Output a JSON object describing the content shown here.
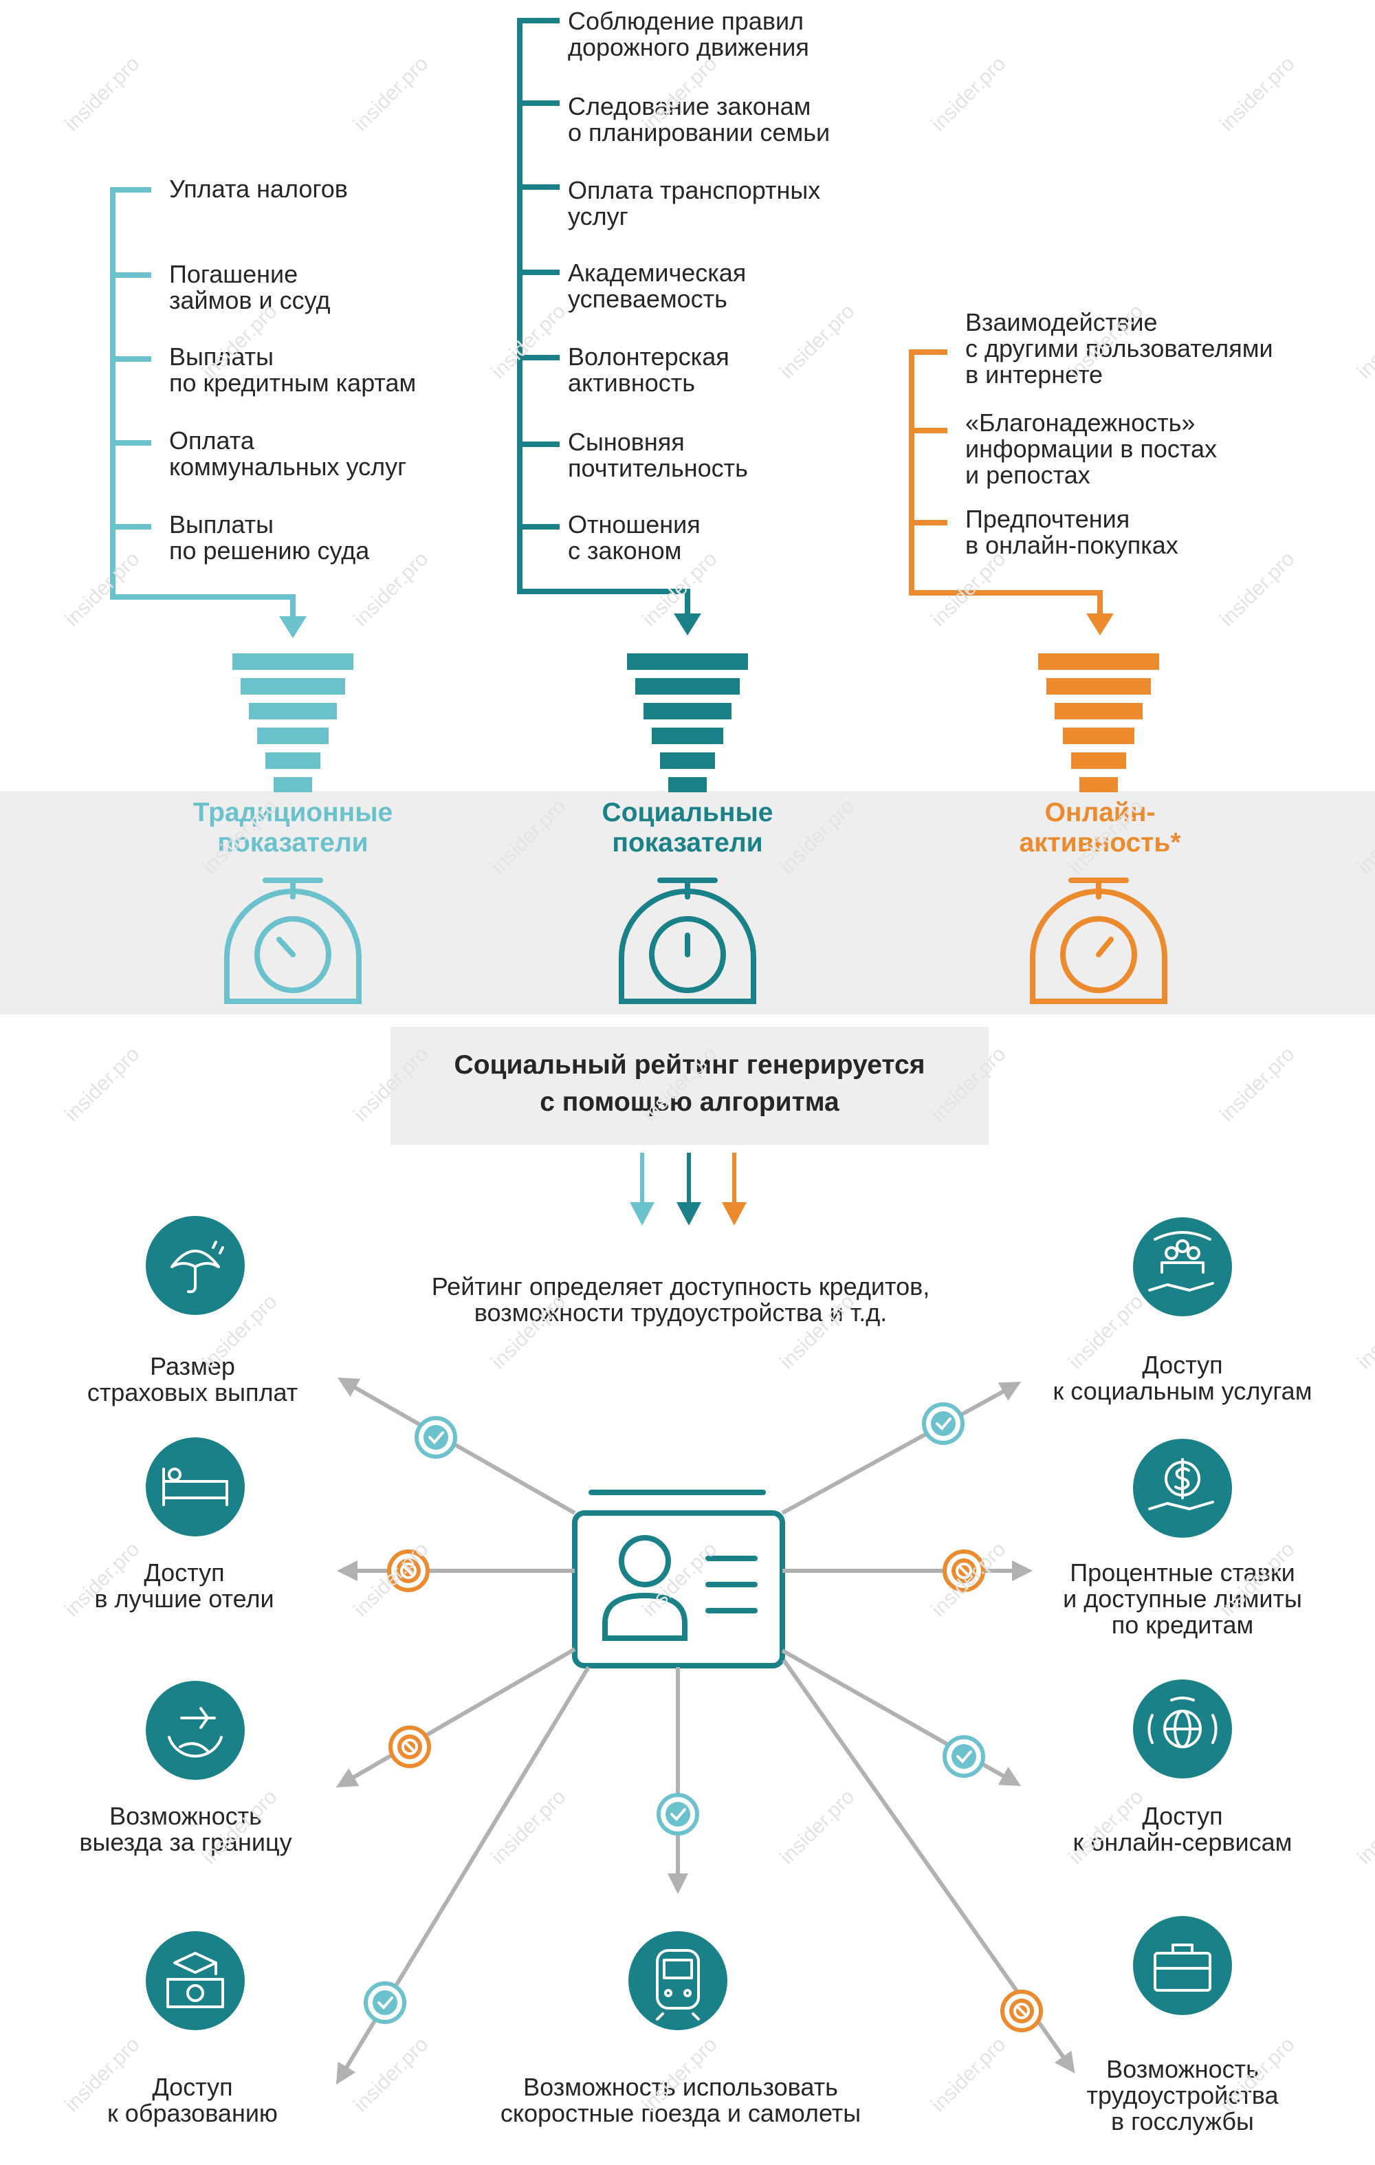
{
  "colors": {
    "traditional": "#6bc2cc",
    "social": "#1a8188",
    "online": "#ec8a2e",
    "grey_arrow": "#b1b1b1",
    "band": "#eeeeee",
    "icon_circle": "#1a8188"
  },
  "watermark": "insider.pro",
  "sources": {
    "traditional": {
      "items": [
        "Уплата налогов",
        "Погашение\nзаймов и ссуд",
        "Выплаты\nпо кредитным картам",
        "Оплата\nкоммунальных услуг",
        "Выплаты\nпо решению суда"
      ],
      "label": "Традиционные\nпоказатели"
    },
    "social": {
      "items": [
        "Соблюдение правил\nдорожного движения",
        "Следование законам\nо планировании семьи",
        "Оплата транспортных\nуслуг",
        "Академическая\nуспеваемость",
        "Волонтерская\nактивность",
        "Сыновняя\nпочтительность",
        "Отношения\nс законом"
      ],
      "label": "Социальные\nпоказатели"
    },
    "online": {
      "items": [
        "Взаимодействие\nс другими пользователями\nв интернете",
        "«Благонадежность»\nинформации в постах\nи репостах",
        "Предпочтения\nв онлайн-покупках"
      ],
      "label": "Онлайн-\nактивность*"
    }
  },
  "rating": {
    "title": "Социальный рейтинг генерируется\nс помощью алгоритма",
    "subtitle": "Рейтинг определяет доступность кредитов,\nвозможности трудоустройства и т.д."
  },
  "outcomes": [
    {
      "id": "insurance",
      "label": "Размер\nстраховых выплат",
      "icon": "umbrella-icon",
      "status": "allowed"
    },
    {
      "id": "hotels",
      "label": "Доступ\nв лучшие отели",
      "icon": "hotel-bed-icon",
      "status": "denied"
    },
    {
      "id": "travel",
      "label": "Возможность\nвыезда за границу",
      "icon": "airplane-globe-icon",
      "status": "denied"
    },
    {
      "id": "education",
      "label": "Доступ\nк образованию",
      "icon": "graduation-money-icon",
      "status": "allowed"
    },
    {
      "id": "trains",
      "label": "Возможность использовать\nскоростные поезда и самолеты",
      "icon": "train-icon",
      "status": "allowed"
    },
    {
      "id": "jobs",
      "label": "Возможность\nтрудоустройства\nв госслужбы",
      "icon": "briefcase-icon",
      "status": "denied"
    },
    {
      "id": "online",
      "label": "Доступ\nк онлайн-сервисам",
      "icon": "globe-signal-icon",
      "status": "allowed"
    },
    {
      "id": "credit",
      "label": "Процентные ставки\nи доступные лимиты\nпо кредитам",
      "icon": "dollar-hand-icon",
      "status": "denied"
    },
    {
      "id": "social",
      "label": "Доступ\nк социальным услугам",
      "icon": "people-care-icon",
      "status": "allowed"
    }
  ]
}
